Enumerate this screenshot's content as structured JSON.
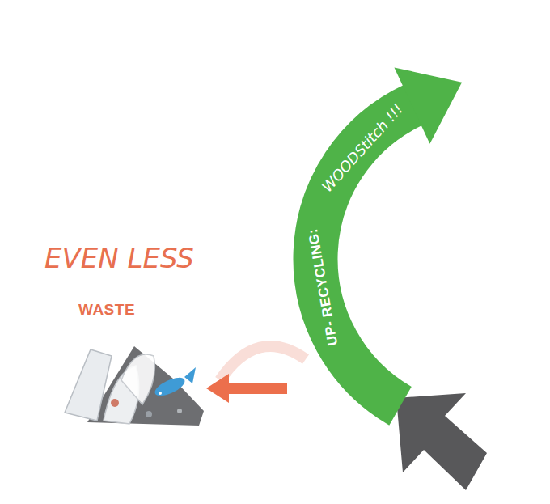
{
  "diagram": {
    "nodes": [
      {
        "text": [
          "UP- RECYCLING:",
          "WOODStitch !!!"
        ]
      },
      {
        "text": [
          "EVEN LESS",
          "WASTE"
        ]
      }
    ],
    "edges": [
      {
        "from": 0,
        "to": 1,
        "arrow": "to"
      }
    ]
  }
}
